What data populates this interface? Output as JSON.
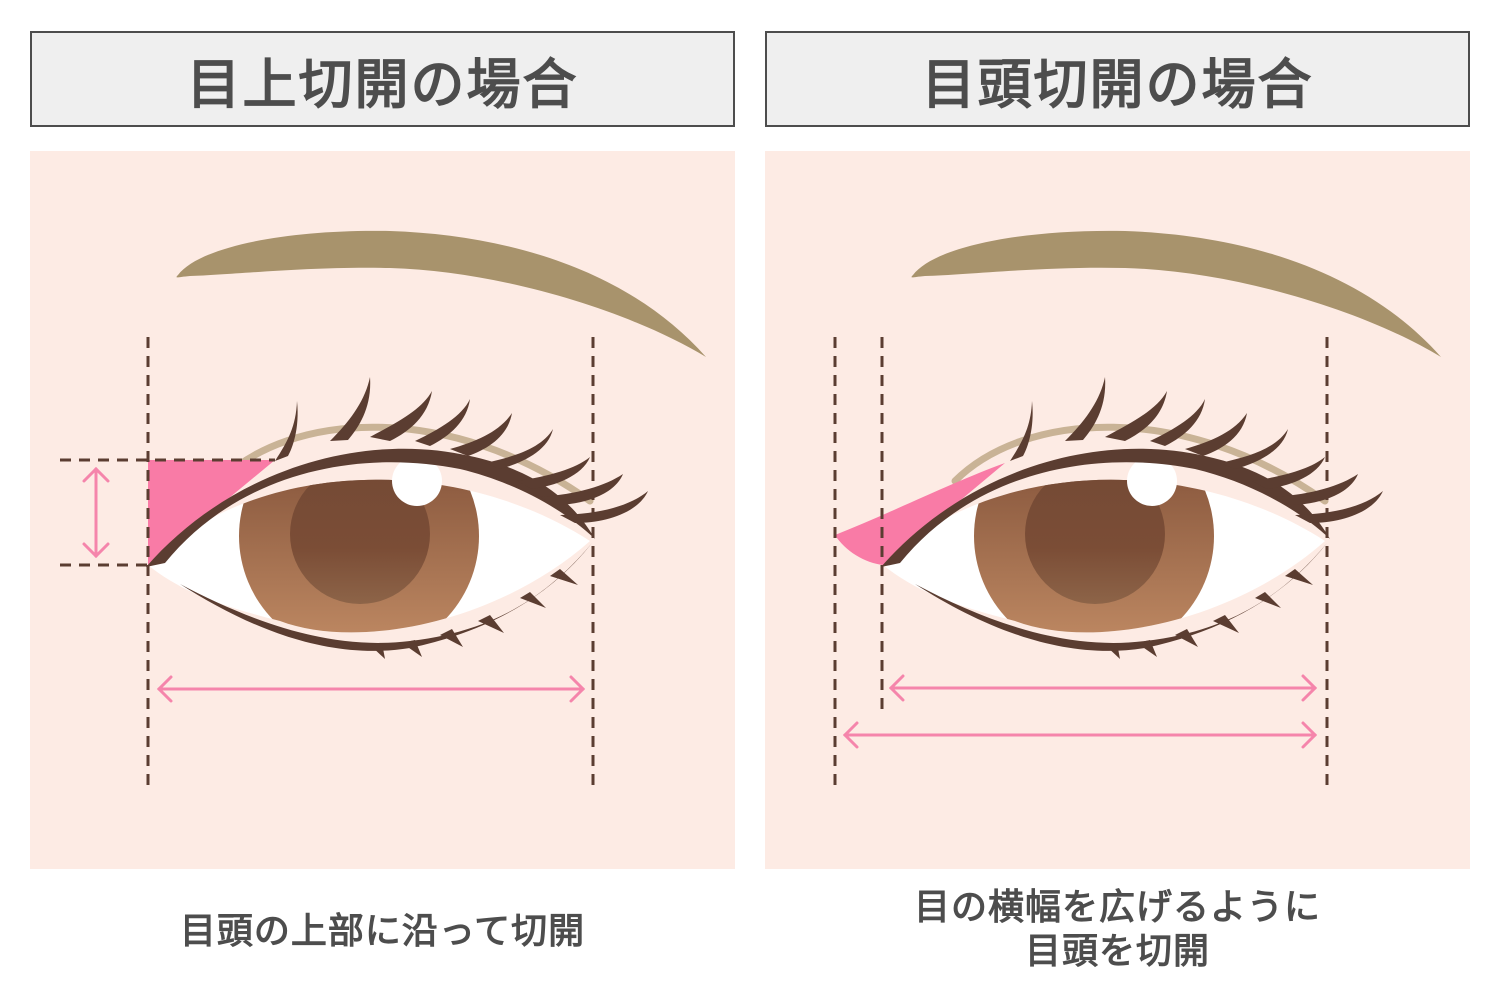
{
  "colors": {
    "title_bg": "#efefef",
    "title_border": "#4d4d4d",
    "title_text": "#4d4d4d",
    "panel_bg": "#fdebe4",
    "brow": "#a8936c",
    "lid_crease": "#c9b396",
    "eyeliner": "#5b3d31",
    "iris_outer_top": "#7a4a33",
    "iris_outer_bottom": "#c28c65",
    "pupil": "#744a35",
    "incision_pink": "#f97ba6",
    "arrow_pink": "#f585ab",
    "guide_dash": "#5b3d31"
  },
  "left_panel": {
    "title": "目上切開の場合",
    "caption": "目頭の上部に沿って切開",
    "illustration": {
      "description": "eye with triangular pink incision region above inner corner",
      "height_arrow": "vertical double arrow",
      "width_arrow": "horizontal double arrow (unchanged eye width)"
    }
  },
  "right_panel": {
    "title": "目頭切開の場合",
    "caption_lines": [
      "目の横幅を広げるように",
      "目頭を切開"
    ],
    "illustration": {
      "description": "eye with pink incision extending inner corner outward",
      "width_arrows": [
        "original eye width",
        "widened eye width"
      ]
    }
  }
}
